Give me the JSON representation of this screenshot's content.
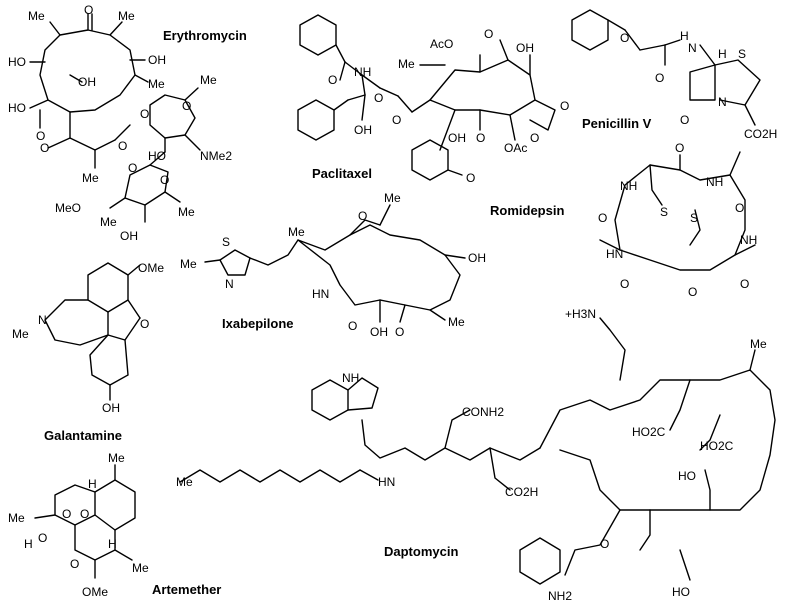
{
  "molecules": {
    "erythromycin": {
      "name": "Erythromycin",
      "labels": [
        "O",
        "Me",
        "Me",
        "HO",
        "OH",
        "OH",
        "Me",
        "HO",
        "O",
        "O",
        "O",
        "Me",
        "O",
        "O",
        "HO",
        "NMe2",
        "Me",
        "O",
        "O",
        "MeO",
        "Me",
        "Me",
        "OH"
      ]
    },
    "paclitaxel": {
      "name": "Paclitaxel",
      "labels": [
        "O",
        "NH",
        "O",
        "O",
        "OH",
        "Me",
        "AcO",
        "O",
        "OH",
        "O",
        "O",
        "OH",
        "O",
        "OAc",
        "O"
      ]
    },
    "penicillin": {
      "name": "Penicillin V",
      "labels": [
        "O",
        "H",
        "N",
        "O",
        "H",
        "S",
        "N",
        "O",
        "CO2H"
      ]
    },
    "romidepsin": {
      "name": "Romidepsin",
      "labels": [
        "O",
        "NH",
        "NH",
        "O",
        "S",
        "S",
        "O",
        "NH",
        "HN",
        "O",
        "O",
        "O"
      ]
    },
    "ixabepilone": {
      "name": "Ixabepilone",
      "labels": [
        "S",
        "N",
        "Me",
        "Me",
        "O",
        "Me",
        "OH",
        "HN",
        "O",
        "OH",
        "O",
        "Me"
      ]
    },
    "galantamine": {
      "name": "Galantamine",
      "labels": [
        "OMe",
        "N",
        "Me",
        "O",
        "OH"
      ]
    },
    "artemether": {
      "name": "Artemether",
      "labels": [
        "Me",
        "O",
        "O",
        "Me",
        "O",
        "H",
        "H",
        "O",
        "H",
        "Me",
        "OMe"
      ]
    },
    "daptomycin": {
      "name": "Daptomycin",
      "labels": [
        "+H3N",
        "NH",
        "Me",
        "CONH2",
        "Me",
        "HN",
        "CO2H",
        "NH2",
        "HO2C",
        "HO2C",
        "HO",
        "HO",
        "O"
      ]
    }
  }
}
